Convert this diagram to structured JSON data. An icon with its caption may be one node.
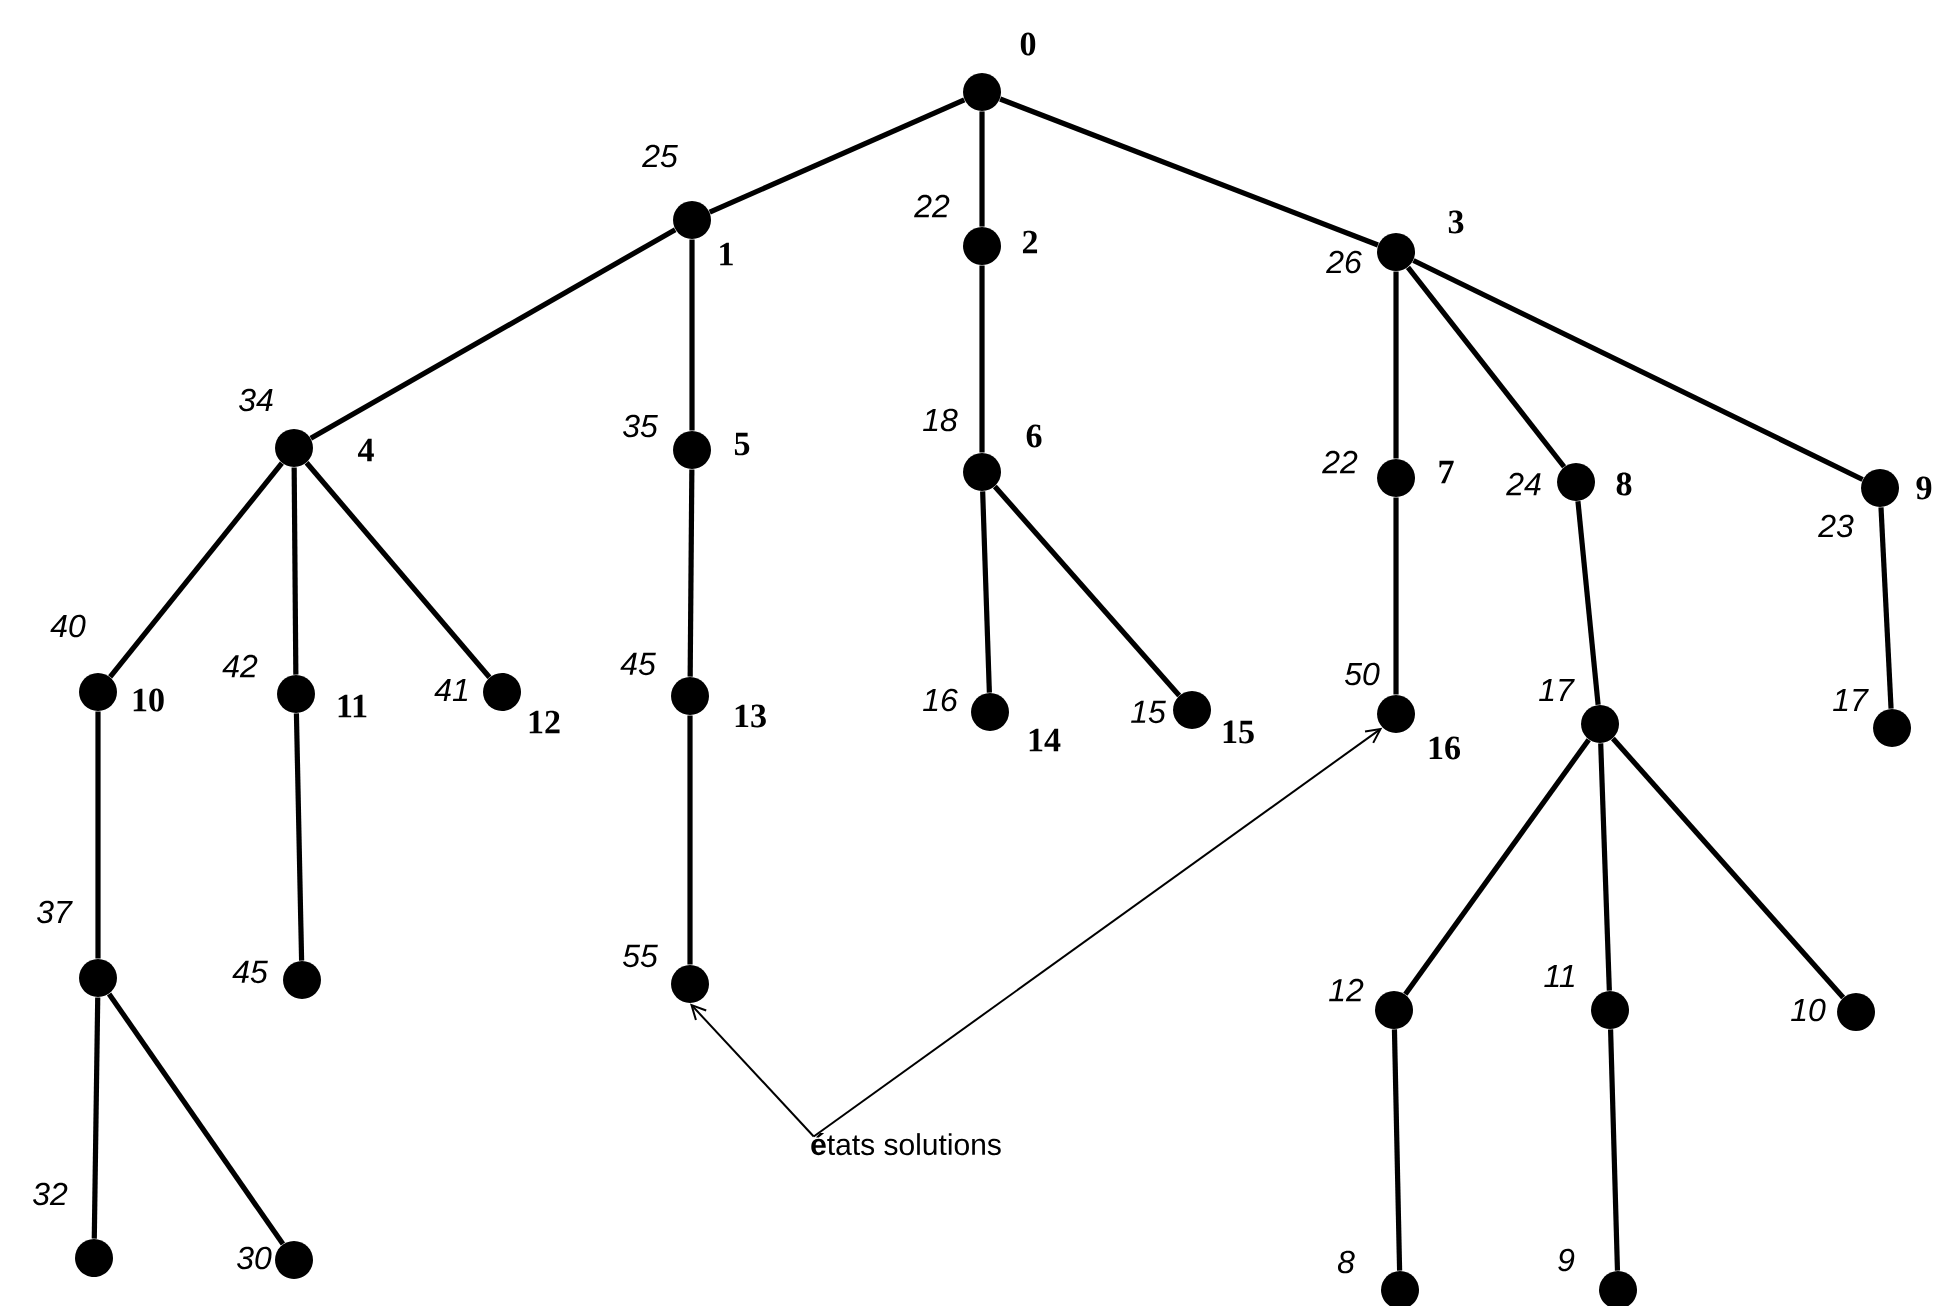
{
  "diagram": {
    "nodes": [
      {
        "text": [],
        "shape": "circle",
        "beside": [
          "0"
        ]
      },
      {
        "text": [],
        "shape": "circle",
        "beside": [
          "25",
          "1"
        ]
      },
      {
        "text": [],
        "shape": "circle",
        "beside": [
          "22",
          "2"
        ]
      },
      {
        "text": [],
        "shape": "circle",
        "beside": [
          "26",
          "3"
        ]
      },
      {
        "text": [],
        "shape": "circle",
        "beside": [
          "34",
          "4"
        ]
      },
      {
        "text": [],
        "shape": "circle",
        "beside": [
          "35",
          "5"
        ]
      },
      {
        "text": [],
        "shape": "circle",
        "beside": [
          "18",
          "6"
        ]
      },
      {
        "text": [],
        "shape": "circle",
        "beside": [
          "22",
          "7"
        ]
      },
      {
        "text": [],
        "shape": "circle",
        "beside": [
          "24",
          "8"
        ]
      },
      {
        "text": [],
        "shape": "circle",
        "beside": [
          "23",
          "9"
        ]
      },
      {
        "text": [],
        "shape": "circle",
        "beside": [
          "40",
          "10"
        ]
      },
      {
        "text": [],
        "shape": "circle",
        "beside": [
          "42",
          "11"
        ]
      },
      {
        "text": [],
        "shape": "circle",
        "beside": [
          "41",
          "12"
        ]
      },
      {
        "text": [],
        "shape": "circle",
        "beside": [
          "45",
          "13"
        ]
      },
      {
        "text": [],
        "shape": "circle",
        "beside": [
          "16",
          "14"
        ]
      },
      {
        "text": [],
        "shape": "circle",
        "beside": [
          "15",
          "15"
        ]
      },
      {
        "text": [],
        "shape": "circle",
        "beside": [
          "50",
          "16"
        ]
      },
      {
        "text": [],
        "shape": "circle",
        "beside": [
          "17"
        ]
      },
      {
        "text": [],
        "shape": "circle",
        "beside": [
          "17"
        ]
      },
      {
        "text": [],
        "shape": "circle",
        "beside": [
          "37"
        ]
      },
      {
        "text": [],
        "shape": "circle",
        "beside": [
          "45"
        ]
      },
      {
        "text": [],
        "shape": "circle",
        "beside": [
          "55"
        ]
      },
      {
        "text": [],
        "shape": "circle",
        "beside": [
          "12"
        ]
      },
      {
        "text": [],
        "shape": "circle",
        "beside": [
          "11"
        ]
      },
      {
        "text": [],
        "shape": "circle",
        "beside": [
          "10"
        ]
      },
      {
        "text": [],
        "shape": "circle",
        "beside": [
          "32"
        ]
      },
      {
        "text": [],
        "shape": "circle",
        "beside": [
          "30"
        ]
      },
      {
        "text": [],
        "shape": "circle",
        "beside": [
          "8"
        ]
      },
      {
        "text": [],
        "shape": "circle",
        "beside": [
          "9"
        ]
      },
      {
        "text": [
          "**é**tats solutions"
        ]
      }
    ],
    "edges": [
      {
        "from": 0,
        "to": 1,
        "arrow": "none"
      },
      {
        "from": 0,
        "to": 2,
        "arrow": "none"
      },
      {
        "from": 0,
        "to": 3,
        "arrow": "none"
      },
      {
        "from": 1,
        "to": 4,
        "arrow": "none"
      },
      {
        "from": 1,
        "to": 5,
        "arrow": "none"
      },
      {
        "from": 2,
        "to": 6,
        "arrow": "none"
      },
      {
        "from": 3,
        "to": 7,
        "arrow": "none"
      },
      {
        "from": 3,
        "to": 8,
        "arrow": "none"
      },
      {
        "from": 3,
        "to": 9,
        "arrow": "none"
      },
      {
        "from": 4,
        "to": 10,
        "arrow": "none"
      },
      {
        "from": 4,
        "to": 11,
        "arrow": "none"
      },
      {
        "from": 4,
        "to": 12,
        "arrow": "none"
      },
      {
        "from": 5,
        "to": 13,
        "arrow": "none"
      },
      {
        "from": 6,
        "to": 14,
        "arrow": "none"
      },
      {
        "from": 6,
        "to": 15,
        "arrow": "none"
      },
      {
        "from": 7,
        "to": 16,
        "arrow": "none"
      },
      {
        "from": 8,
        "to": 17,
        "arrow": "none"
      },
      {
        "from": 9,
        "to": 18,
        "arrow": "none"
      },
      {
        "from": 10,
        "to": 19,
        "arrow": "none"
      },
      {
        "from": 11,
        "to": 20,
        "arrow": "none"
      },
      {
        "from": 13,
        "to": 21,
        "arrow": "none"
      },
      {
        "from": 17,
        "to": 22,
        "arrow": "none"
      },
      {
        "from": 17,
        "to": 23,
        "arrow": "none"
      },
      {
        "from": 17,
        "to": 24,
        "arrow": "none"
      },
      {
        "from": 19,
        "to": 25,
        "arrow": "none"
      },
      {
        "from": 19,
        "to": 26,
        "arrow": "none"
      },
      {
        "from": 22,
        "to": 27,
        "arrow": "none"
      },
      {
        "from": 23,
        "to": 28,
        "arrow": "none"
      },
      {
        "from": 29,
        "to": 21,
        "arrow": "to"
      },
      {
        "from": 29,
        "to": 16,
        "arrow": "to"
      }
    ]
  }
}
